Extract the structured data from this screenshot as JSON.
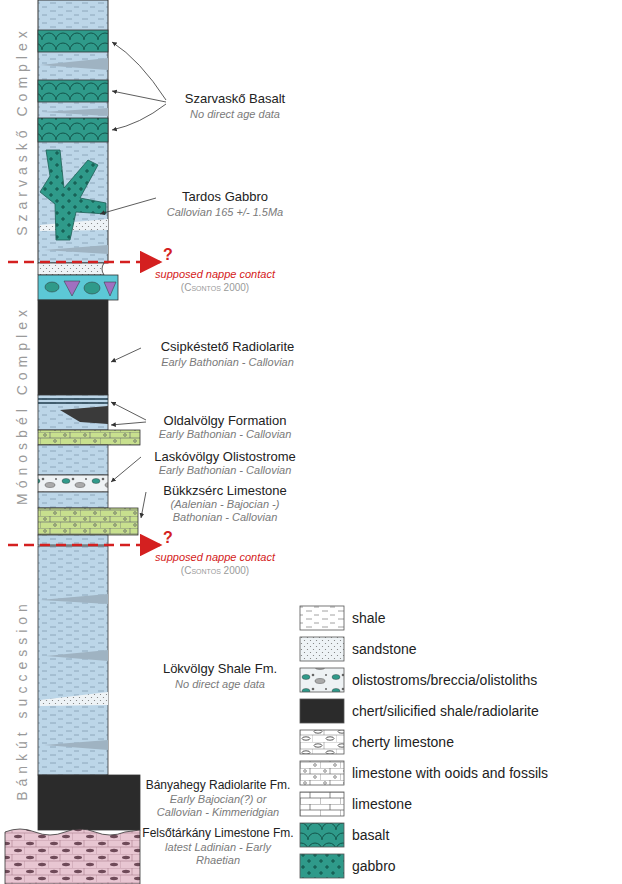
{
  "diagram": {
    "labels": [
      "Szarvaskő Complex",
      "Szarvaskő Basalt",
      "No direct age data",
      "Tardos Gabbro",
      "Callovian 165 +/- 1.5Ma",
      "?",
      "supposed nappe contact",
      "(Csontos 2000)",
      "Mónosbél Complex",
      "Csipkéstető Radiolarite",
      "Early Bathonian - Callovian",
      "Oldalvölgy Formation",
      "Early Bathonian - Callovian",
      "Laskóvölgy Olistostrome",
      "Early Bathonian - Callovian",
      "Bükkzsérc Limestone",
      "(Aalenian - Bajocian -) Bathonian - Callovian",
      "?",
      "supposed nappe contact",
      "(Csontos 2000)",
      "Bánkút succession",
      "Lökvölgy Shale Fm.",
      "No direct age data",
      "Bányahegy Radiolarite Fm.",
      "Early Bajocian(?) or Callovian - Kimmeridgian",
      "Felsőtárkány Limestone Fm.",
      "latest Ladinian - Early Rhaetian"
    ],
    "legend": [
      {
        "text": "shale"
      },
      {
        "text": "sandstone"
      },
      {
        "text": "olistostroms/breccia/olistoliths"
      },
      {
        "text": "chert/silicified shale/radiolarite"
      },
      {
        "text": "cherty limestone"
      },
      {
        "text": "limestone with ooids and fossils"
      },
      {
        "text": "limestone"
      },
      {
        "text": "basalt"
      },
      {
        "text": "gabbro"
      }
    ]
  }
}
